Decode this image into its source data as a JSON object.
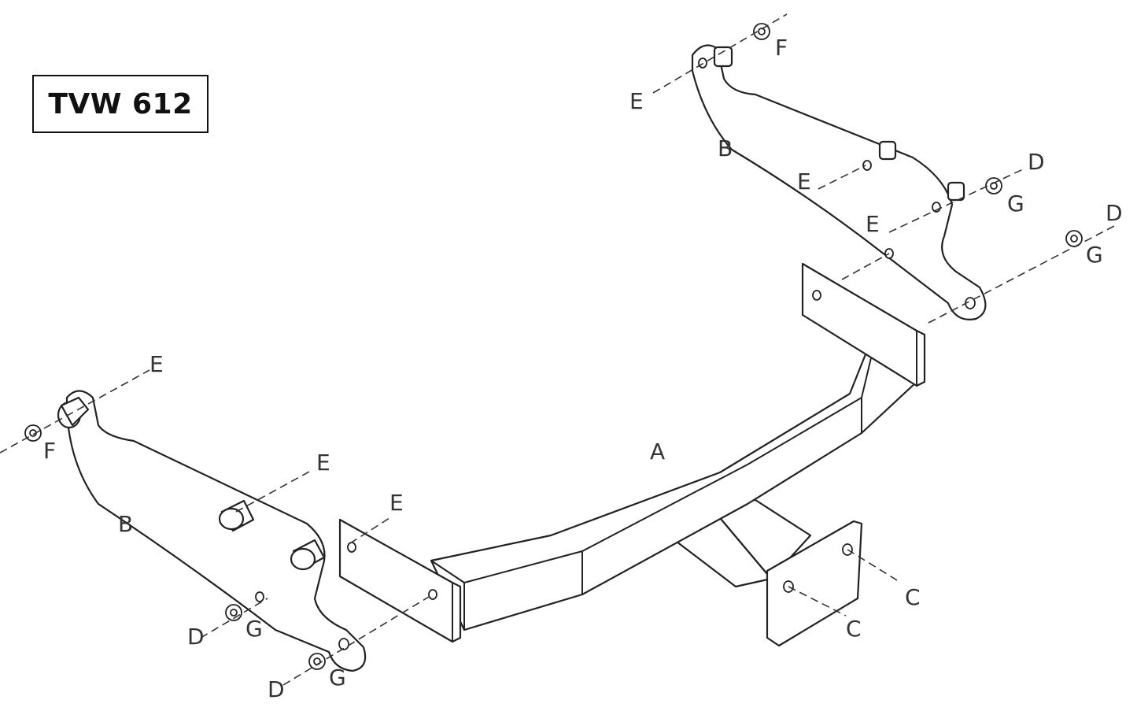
{
  "title": "TVW 612",
  "labels": {
    "a": "A",
    "b": "B",
    "c": "C",
    "d": "D",
    "e": "E",
    "f": "F",
    "g": "G"
  },
  "colors": {
    "line": "#222222",
    "background": "#ffffff"
  }
}
